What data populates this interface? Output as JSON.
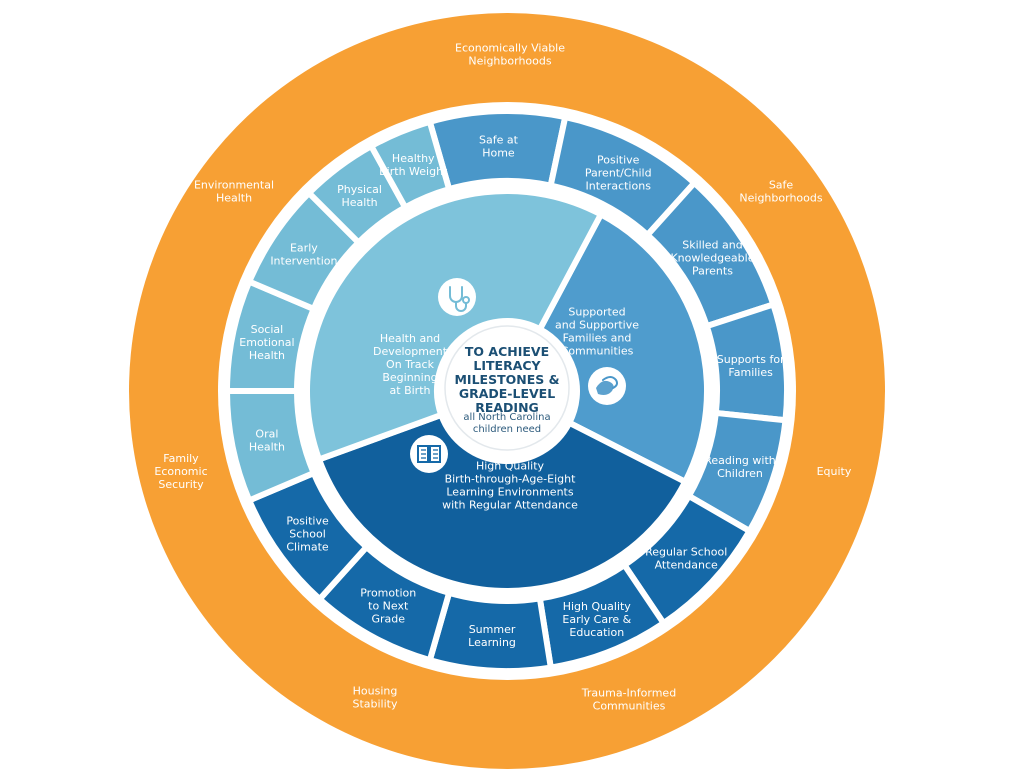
{
  "colors": {
    "outer_ring": "#f7a034",
    "health": "#74bcd6",
    "health_center": "#7ec3db",
    "family": "#4a97c9",
    "family_center": "#4f9ccd",
    "learning": "#1569a8",
    "learning_center": "#11609d",
    "separator": "#ffffff",
    "center_text": "#1b4f74"
  },
  "outer_ring_labels": [
    {
      "lines": [
        "Economically Viable",
        "Neighborhoods"
      ]
    },
    {
      "lines": [
        "Safe",
        "Neighborhoods"
      ]
    },
    {
      "lines": [
        "Equity"
      ]
    },
    {
      "lines": [
        "Trauma-Informed",
        "Communities"
      ]
    },
    {
      "lines": [
        "Housing",
        "Stability"
      ]
    },
    {
      "lines": [
        "Family",
        "Economic",
        "Security"
      ]
    },
    {
      "lines": [
        "Environmental",
        "Health"
      ]
    }
  ],
  "segments": [
    {
      "group": "family",
      "lines": [
        "Safe at",
        "Home"
      ]
    },
    {
      "group": "family",
      "lines": [
        "Positive",
        "Parent/Child",
        "Interactions"
      ]
    },
    {
      "group": "family",
      "lines": [
        "Skilled and",
        "Knowledgeable",
        "Parents"
      ]
    },
    {
      "group": "family",
      "lines": [
        "Supports for",
        "Families"
      ]
    },
    {
      "group": "family",
      "lines": [
        "Reading with",
        "Children"
      ]
    },
    {
      "group": "learning",
      "lines": [
        "Regular School",
        "Attendance"
      ]
    },
    {
      "group": "learning",
      "lines": [
        "High Quality",
        "Early Care &",
        "Education"
      ]
    },
    {
      "group": "learning",
      "lines": [
        "Summer",
        "Learning"
      ]
    },
    {
      "group": "learning",
      "lines": [
        "Promotion",
        "to Next",
        "Grade"
      ]
    },
    {
      "group": "learning",
      "lines": [
        "Positive",
        "School",
        "Climate"
      ]
    },
    {
      "group": "health",
      "lines": [
        "Oral",
        "Health"
      ]
    },
    {
      "group": "health",
      "lines": [
        "Social",
        "Emotional",
        "Health"
      ]
    },
    {
      "group": "health",
      "lines": [
        "Early",
        "Intervention"
      ]
    },
    {
      "group": "health",
      "lines": [
        "Physical",
        "Health"
      ]
    },
    {
      "group": "health",
      "lines": [
        "Healthy",
        "Birth Weight"
      ]
    }
  ],
  "mid_labels": {
    "health": [
      "Health and",
      "Development",
      "On Track",
      "Beginning",
      "at Birth"
    ],
    "family": [
      "Supported",
      "and Supportive",
      "Families and",
      "Communities"
    ],
    "learning": [
      "High Quality",
      "Birth-through-Age-Eight",
      "Learning Environments",
      "with Regular Attendance"
    ]
  },
  "icons": {
    "health": "stethoscope-icon",
    "family": "hands-icon",
    "learning": "book-icon"
  },
  "center": {
    "title_lines": [
      "TO ACHIEVE",
      "LITERACY",
      "MILESTONES &",
      "GRADE-LEVEL",
      "READING"
    ],
    "subtitle_lines": [
      "all North Carolina",
      "children need"
    ]
  }
}
